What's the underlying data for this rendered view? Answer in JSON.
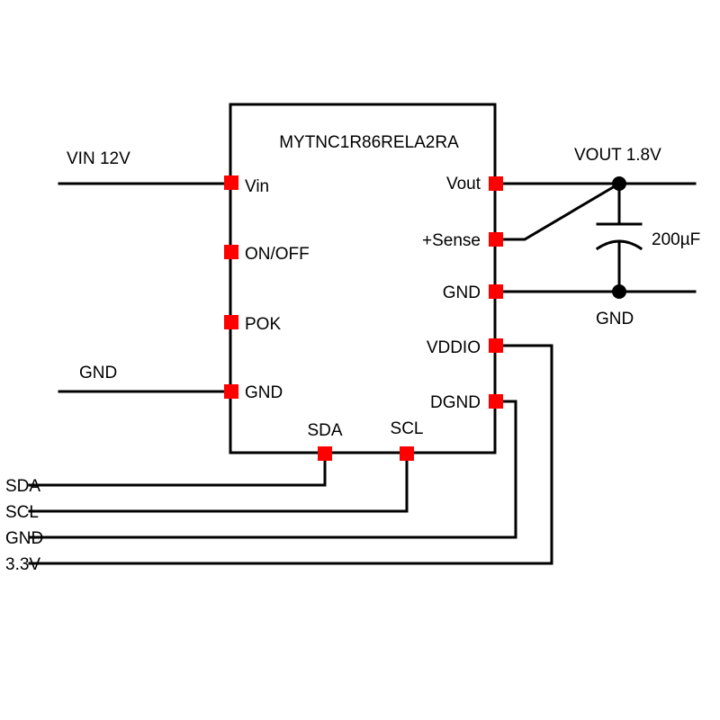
{
  "colors": {
    "pin": "#ff0000",
    "wire": "#000000",
    "background": "#ffffff"
  },
  "chip": {
    "part_number": "MYTNC1R86RELA2RA"
  },
  "pins": {
    "vin": "Vin",
    "on_off": "ON/OFF",
    "pok": "POK",
    "gnd_left": "GND",
    "vout": "Vout",
    "sense": "+Sense",
    "gnd_right": "GND",
    "vddio": "VDDIO",
    "dgnd": "DGND",
    "sda": "SDA",
    "scl": "SCL"
  },
  "nets": {
    "vin": "VIN 12V",
    "gnd_left": "GND",
    "vout": "VOUT 1.8V",
    "gnd_output": "GND",
    "sda": "SDA",
    "scl": "SCL",
    "gnd_bus": "GND",
    "v33": "3.3V"
  },
  "capacitor": {
    "value": "200µF"
  }
}
